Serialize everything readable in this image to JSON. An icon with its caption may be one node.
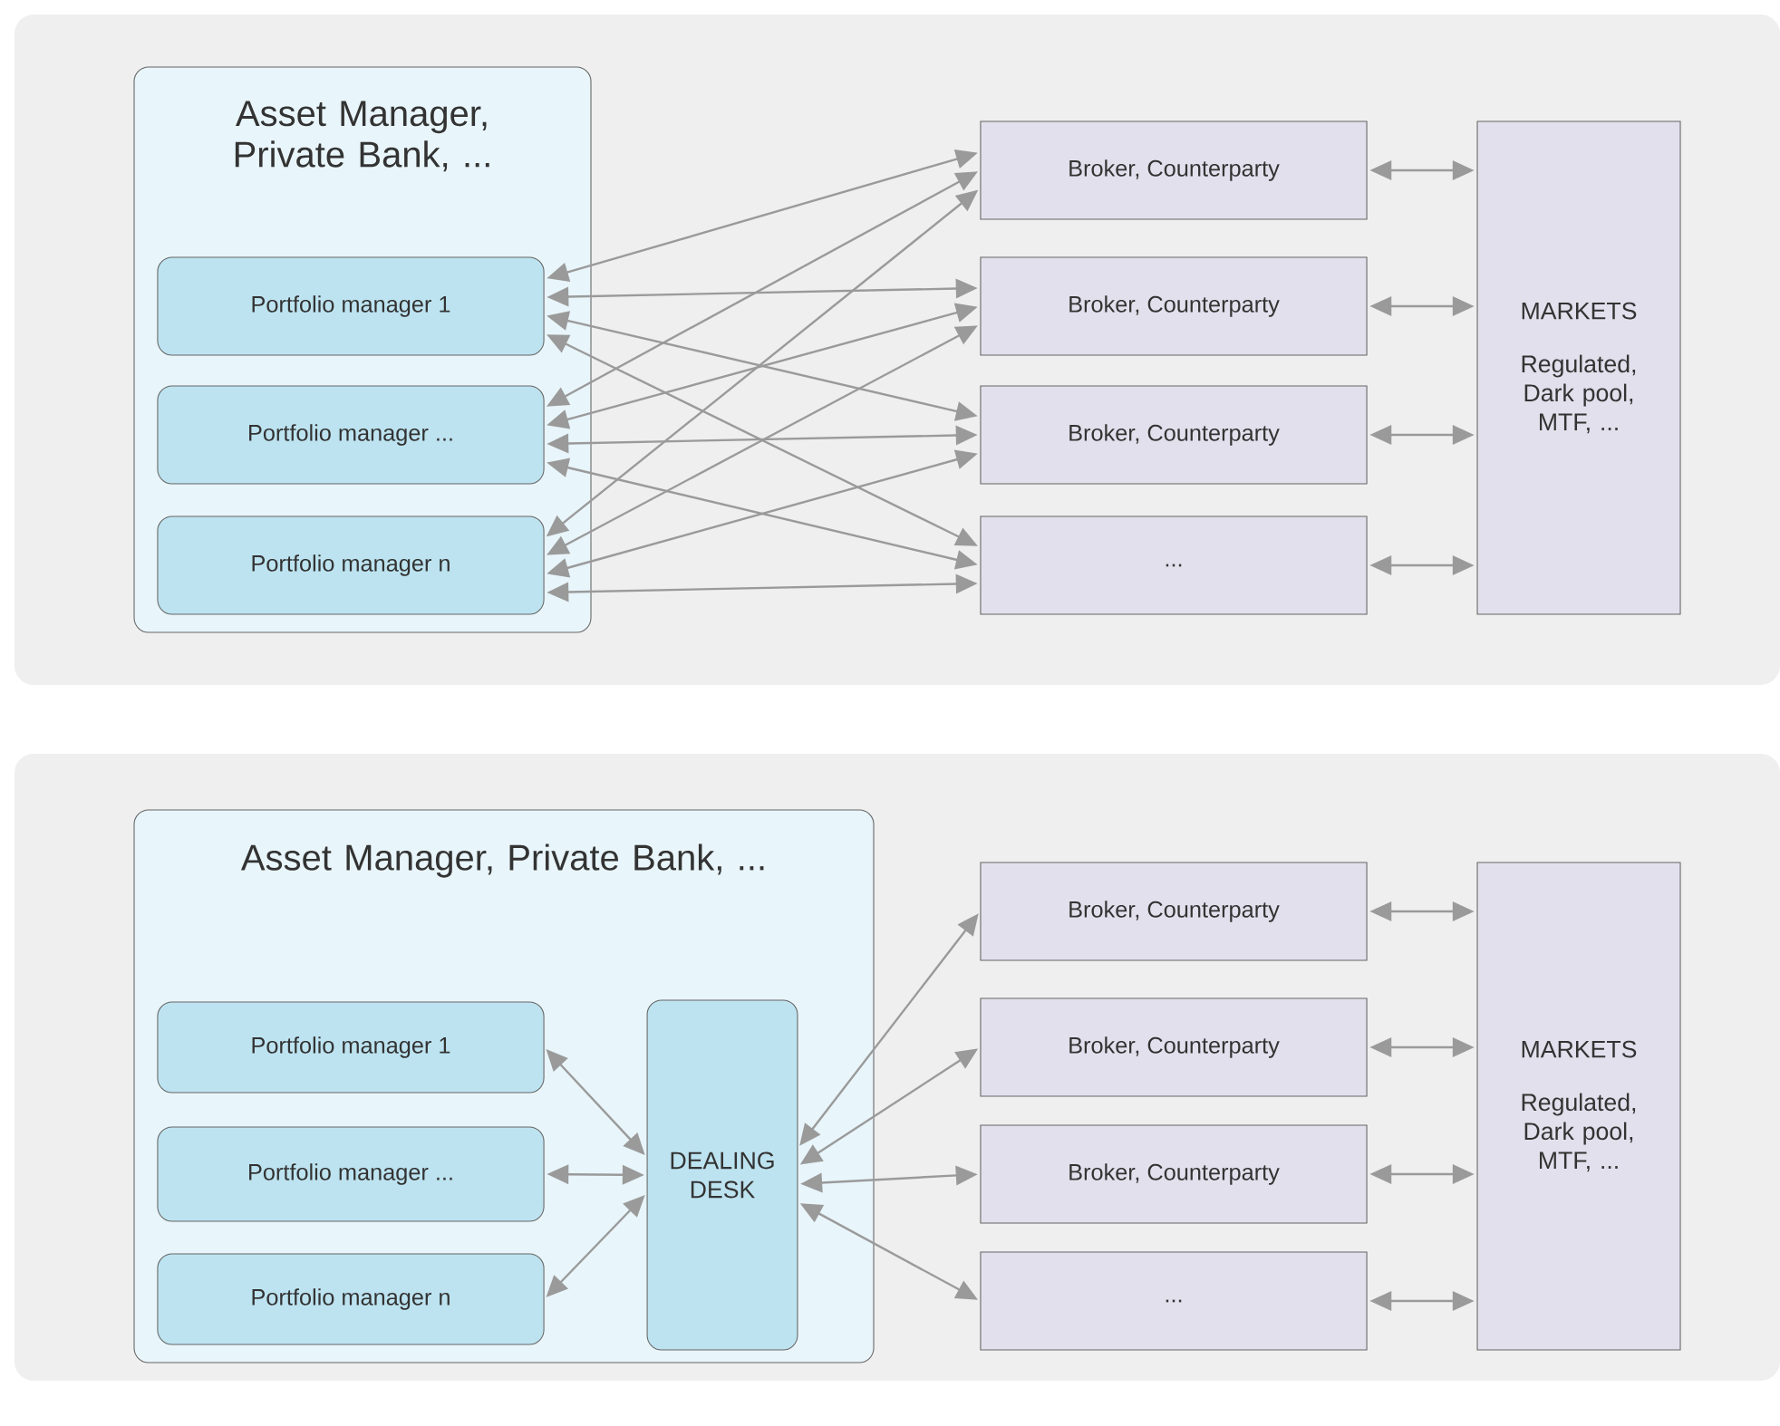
{
  "diagram": {
    "nodes": [
      {
        "text": [
          "Asset Manager, Private Bank, ..."
        ]
      },
      {
        "text": [
          "Portfolio manager 1"
        ],
        "in": 0
      },
      {
        "text": [
          "Portfolio manager ..."
        ],
        "in": 0
      },
      {
        "text": [
          "Portfolio manager n"
        ],
        "in": 0
      },
      {
        "text": [
          "Broker, Counterparty"
        ]
      },
      {
        "text": [
          "Broker, Counterparty"
        ]
      },
      {
        "text": [
          "Broker, Counterparty"
        ]
      },
      {
        "text": [
          "..."
        ]
      },
      {
        "text": [
          "MARKETS",
          "Regulated, Dark pool, MTF, ..."
        ]
      },
      {
        "text": [
          "Asset Manager, Private Bank, ..."
        ]
      },
      {
        "text": [
          "Portfolio manager 1"
        ],
        "in": 9
      },
      {
        "text": [
          "Portfolio manager ..."
        ],
        "in": 9
      },
      {
        "text": [
          "Portfolio manager n"
        ],
        "in": 9
      },
      {
        "text": [
          "DEALING DESK"
        ],
        "in": 9
      },
      {
        "text": [
          "Broker, Counterparty"
        ]
      },
      {
        "text": [
          "Broker, Counterparty"
        ]
      },
      {
        "text": [
          "Broker, Counterparty"
        ]
      },
      {
        "text": [
          "..."
        ]
      },
      {
        "text": [
          "MARKETS",
          "Regulated, Dark pool, MTF, ..."
        ]
      }
    ],
    "edges": [
      {
        "from": 1,
        "to": 4,
        "arrow": "both"
      },
      {
        "from": 1,
        "to": 5,
        "arrow": "both"
      },
      {
        "from": 1,
        "to": 6,
        "arrow": "both"
      },
      {
        "from": 1,
        "to": 7,
        "arrow": "both"
      },
      {
        "from": 2,
        "to": 4,
        "arrow": "both"
      },
      {
        "from": 2,
        "to": 5,
        "arrow": "both"
      },
      {
        "from": 2,
        "to": 6,
        "arrow": "both"
      },
      {
        "from": 2,
        "to": 7,
        "arrow": "both"
      },
      {
        "from": 3,
        "to": 4,
        "arrow": "both"
      },
      {
        "from": 3,
        "to": 5,
        "arrow": "both"
      },
      {
        "from": 3,
        "to": 6,
        "arrow": "both"
      },
      {
        "from": 3,
        "to": 7,
        "arrow": "both"
      },
      {
        "from": 4,
        "to": 8,
        "arrow": "both"
      },
      {
        "from": 5,
        "to": 8,
        "arrow": "both"
      },
      {
        "from": 6,
        "to": 8,
        "arrow": "both"
      },
      {
        "from": 7,
        "to": 8,
        "arrow": "both"
      },
      {
        "from": 10,
        "to": 13,
        "arrow": "both"
      },
      {
        "from": 11,
        "to": 13,
        "arrow": "both"
      },
      {
        "from": 12,
        "to": 13,
        "arrow": "both"
      },
      {
        "from": 13,
        "to": 14,
        "arrow": "both"
      },
      {
        "from": 13,
        "to": 15,
        "arrow": "both"
      },
      {
        "from": 13,
        "to": 16,
        "arrow": "both"
      },
      {
        "from": 13,
        "to": 17,
        "arrow": "both"
      },
      {
        "from": 14,
        "to": 18,
        "arrow": "both"
      },
      {
        "from": 15,
        "to": 18,
        "arrow": "both"
      },
      {
        "from": 16,
        "to": 18,
        "arrow": "both"
      },
      {
        "from": 17,
        "to": 18,
        "arrow": "both"
      }
    ]
  }
}
